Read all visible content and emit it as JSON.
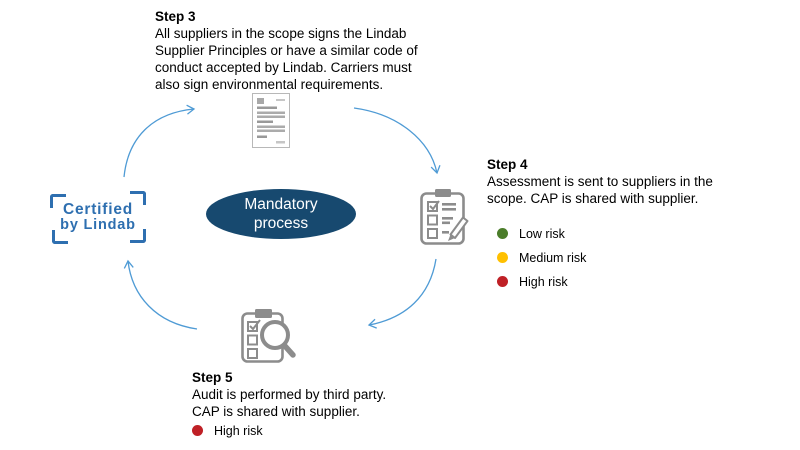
{
  "center": {
    "lines": [
      "Mandatory",
      "process"
    ],
    "fill_color": "#17496f",
    "text_color": "#ffffff"
  },
  "logo": {
    "lines": [
      "Certified",
      "by Lindab"
    ],
    "color": "#2e6fb0"
  },
  "step3": {
    "title": "Step 3",
    "lines": [
      "All suppliers in the scope signs the Lindab",
      "Supplier Principles or have a similar code of",
      "conduct accepted by Lindab. Carriers must",
      "also sign environmental requirements."
    ]
  },
  "step4": {
    "title": "Step 4",
    "lines": [
      "Assessment is sent to suppliers in the",
      "scope. CAP is shared with supplier."
    ],
    "legend": [
      {
        "label": "Low risk",
        "color": "#4b7d2a"
      },
      {
        "label": "Medium risk",
        "color": "#ffc000"
      },
      {
        "label": "High risk",
        "color": "#bf2026"
      }
    ]
  },
  "step5": {
    "title": "Step 5",
    "lines": [
      "Audit is performed by third party.",
      "CAP is shared with supplier."
    ],
    "risk": {
      "label": "High risk",
      "color": "#bf2026"
    }
  },
  "icons": {
    "step3_icon": "contract-document-icon",
    "step4_icon": "checklist-pencil-icon",
    "step5_icon": "clipboard-magnifier-icon",
    "icon_color": "#8c8c8c"
  },
  "arrows": {
    "color": "#4f9bd5",
    "direction": "clockwise"
  }
}
